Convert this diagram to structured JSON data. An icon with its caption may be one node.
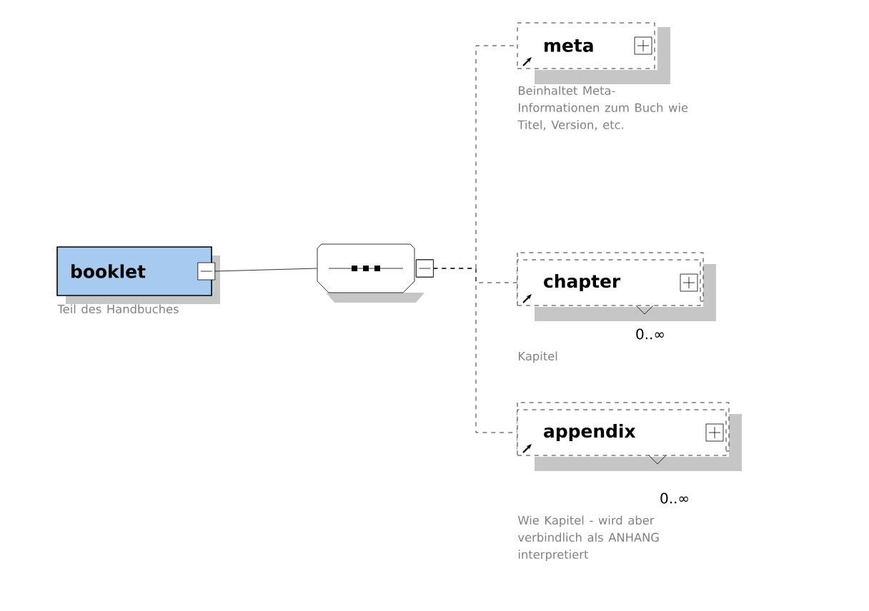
{
  "diagram": {
    "nodes": [
      {
        "text": [
          "booklet"
        ],
        "beside": [
          "Teil des Handbuches"
        ]
      },
      {
        "text": [],
        "shape": "octagon"
      },
      {
        "text": [
          "meta"
        ],
        "beside": [
          "Beinhaltet Meta-Informationen zum Buch wie Titel, Version, etc."
        ]
      },
      {
        "text": [
          "chapter"
        ],
        "beside": [
          "0..∞",
          "Kapitel"
        ]
      },
      {
        "text": [
          "appendix"
        ],
        "beside": [
          "0..∞",
          "Wie Kapitel - wird aber verbindlich als ANHANG interpretiert"
        ]
      }
    ],
    "edges": [
      {
        "from": 0,
        "to": 1,
        "arrow": "other"
      },
      {
        "from": 1,
        "to": 2,
        "arrow": "other",
        "style": "dashed"
      },
      {
        "from": 1,
        "to": 3,
        "arrow": "other",
        "style": "dashed"
      },
      {
        "from": 1,
        "to": 4,
        "arrow": "other",
        "style": "dashed"
      }
    ]
  }
}
